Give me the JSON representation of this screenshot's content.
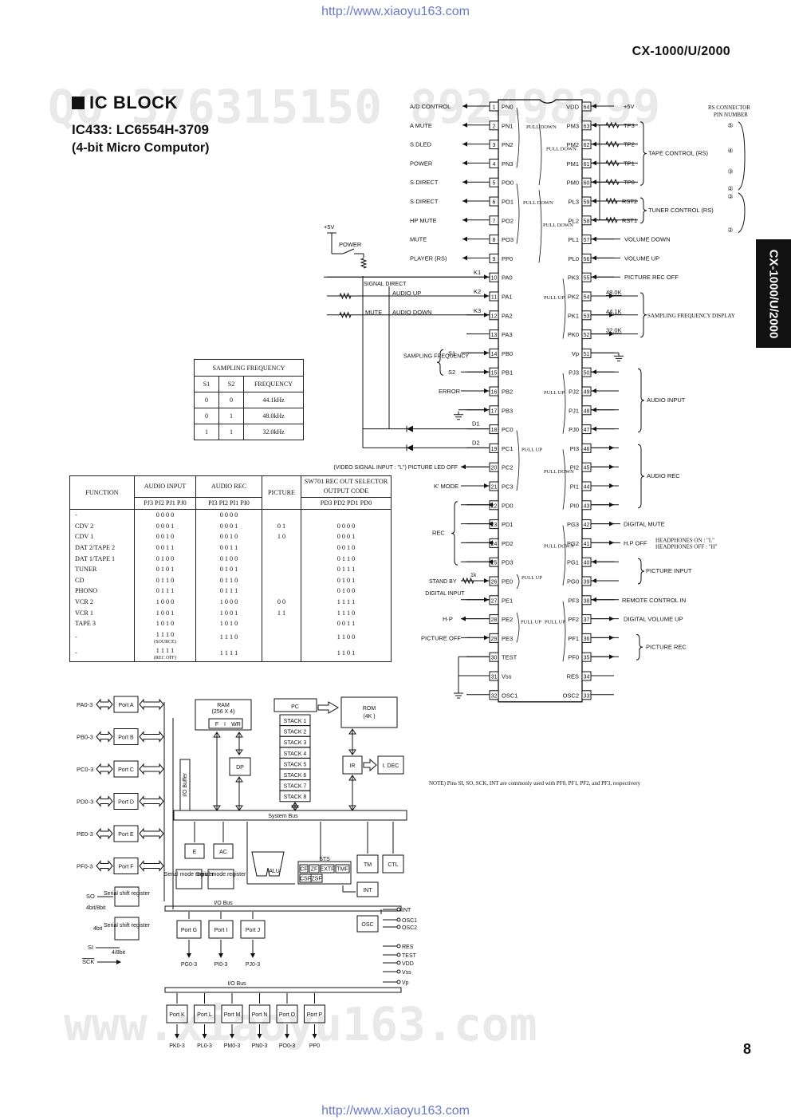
{
  "header": {
    "url": "http://www.xiaoyu163.com",
    "model": "CX-1000/U/2000",
    "side_tab": "CX-1000/U/2000",
    "page_number": "8"
  },
  "section": {
    "title": "IC BLOCK",
    "ic_name": "IC433: LC6554H-3709",
    "ic_desc": "(4-bit Micro Computor)"
  },
  "watermarks": [
    "QQ 376315150 892498299",
    "www.xiaoyu163.com"
  ],
  "pins_left": [
    {
      "num": "1",
      "name": "PN0",
      "signal": "A/D CONTROL"
    },
    {
      "num": "2",
      "name": "PN1",
      "signal": "A MUTE"
    },
    {
      "num": "3",
      "name": "PN2",
      "signal": "S.DLED"
    },
    {
      "num": "4",
      "name": "PN3",
      "signal": "POWER"
    },
    {
      "num": "5",
      "name": "PO0",
      "signal": "S·DIRECT"
    },
    {
      "num": "6",
      "name": "PO1",
      "signal": "S·DIRECT"
    },
    {
      "num": "7",
      "name": "PO2",
      "signal": "HP MUTE"
    },
    {
      "num": "8",
      "name": "PO3",
      "signal": "MUTE"
    },
    {
      "num": "9",
      "name": "PP0",
      "signal": "PLAYER (RS)"
    },
    {
      "num": "10",
      "name": "PA0",
      "signal": "K1"
    },
    {
      "num": "11",
      "name": "PA1",
      "signal": "K2"
    },
    {
      "num": "12",
      "name": "PA2",
      "signal": "K3"
    },
    {
      "num": "13",
      "name": "PA3",
      "signal": ""
    },
    {
      "num": "14",
      "name": "PB0",
      "signal": "S1"
    },
    {
      "num": "15",
      "name": "PB1",
      "signal": "S2"
    },
    {
      "num": "16",
      "name": "PB2",
      "signal": "ERROR"
    },
    {
      "num": "17",
      "name": "PB3",
      "signal": ""
    },
    {
      "num": "18",
      "name": "PC0",
      "signal": "D1"
    },
    {
      "num": "19",
      "name": "PC1",
      "signal": "D2"
    },
    {
      "num": "20",
      "name": "PC2",
      "signal": "(VIDEO SIGNAL INPUT : \"L\") PICTURE LED OFF"
    },
    {
      "num": "21",
      "name": "PC3",
      "signal": "K' MODE"
    },
    {
      "num": "22",
      "name": "PD0",
      "signal": ""
    },
    {
      "num": "23",
      "name": "PD1",
      "signal": ""
    },
    {
      "num": "24",
      "name": "PD2",
      "signal": ""
    },
    {
      "num": "25",
      "name": "PD3",
      "signal": ""
    },
    {
      "num": "26",
      "name": "PE0",
      "signal": "STAND BY"
    },
    {
      "num": "27",
      "name": "PE1",
      "signal": "DIGITAL INPUT"
    },
    {
      "num": "28",
      "name": "PE2",
      "signal": "H·P"
    },
    {
      "num": "29",
      "name": "PE3",
      "signal": "PICTURE OFF"
    },
    {
      "num": "30",
      "name": "TEST",
      "signal": ""
    },
    {
      "num": "31",
      "name": "Vss",
      "signal": ""
    },
    {
      "num": "32",
      "name": "OSC1",
      "signal": ""
    }
  ],
  "pins_right": [
    {
      "num": "64",
      "name": "VDD",
      "signal": "+5V"
    },
    {
      "num": "63",
      "name": "PM3",
      "signal": "TP3"
    },
    {
      "num": "62",
      "name": "PM2",
      "signal": "TP2"
    },
    {
      "num": "61",
      "name": "PM1",
      "signal": "TP1"
    },
    {
      "num": "60",
      "name": "PM0",
      "signal": "TP0"
    },
    {
      "num": "59",
      "name": "PL3",
      "signal": "RST2"
    },
    {
      "num": "58",
      "name": "PL2",
      "signal": "RST1"
    },
    {
      "num": "57",
      "name": "PL1",
      "signal": "VOLUME DOWN"
    },
    {
      "num": "56",
      "name": "PL0",
      "signal": "VOLUME UP"
    },
    {
      "num": "55",
      "name": "PK3",
      "signal": "PICTURE REC OFF"
    },
    {
      "num": "54",
      "name": "PK2",
      "signal": "48.0K"
    },
    {
      "num": "53",
      "name": "PK1",
      "signal": "44.1K"
    },
    {
      "num": "52",
      "name": "PK0",
      "signal": "32.0K"
    },
    {
      "num": "51",
      "name": "Vp",
      "signal": ""
    },
    {
      "num": "50",
      "name": "PJ3",
      "signal": ""
    },
    {
      "num": "49",
      "name": "PJ2",
      "signal": ""
    },
    {
      "num": "48",
      "name": "PJ1",
      "signal": ""
    },
    {
      "num": "47",
      "name": "PJ0",
      "signal": ""
    },
    {
      "num": "46",
      "name": "PI3",
      "signal": ""
    },
    {
      "num": "45",
      "name": "PI2",
      "signal": ""
    },
    {
      "num": "44",
      "name": "PI1",
      "signal": ""
    },
    {
      "num": "43",
      "name": "PI0",
      "signal": ""
    },
    {
      "num": "42",
      "name": "PG3",
      "signal": "DIGITAL MUTE"
    },
    {
      "num": "41",
      "name": "PG2",
      "signal": "H.P OFF"
    },
    {
      "num": "40",
      "name": "PG1",
      "signal": ""
    },
    {
      "num": "39",
      "name": "PG0",
      "signal": ""
    },
    {
      "num": "38",
      "name": "PF3",
      "signal": "REMOTE CONTROL IN"
    },
    {
      "num": "37",
      "name": "PF2",
      "signal": "DIGITAL VOLUME UP"
    },
    {
      "num": "36",
      "name": "PF1",
      "signal": ""
    },
    {
      "num": "35",
      "name": "PF0",
      "signal": ""
    },
    {
      "num": "34",
      "name": "RES",
      "signal": ""
    },
    {
      "num": "33",
      "name": "OSC2",
      "signal": ""
    }
  ],
  "pin_groups": {
    "tape_control": "TAPE CONTROL (RS)",
    "tuner_control": "TUNER CONTROL (RS)",
    "sampling_display": "SAMPLING FREQUENCY DISPLAY",
    "audio_input": "AUDIO INPUT",
    "audio_rec": "AUDIO REC",
    "picture_input": "PICTURE INPUT",
    "picture_rec": "PICTURE REC",
    "rec": "REC",
    "rs_connector": "RS CONNECTOR",
    "pin_number": "PIN NUMBER",
    "rs_nums": [
      "⑤",
      "④",
      "③",
      "②",
      "③",
      "②"
    ],
    "sampling_frequency": "SAMPLING FREQUENCY",
    "headphones_on": "HEADPHONES ON : \"L\"",
    "headphones_off": "HEADPHONES OFF : \"H\"",
    "pull_up": "PULL UP",
    "pull_down": "PULL DOWN",
    "plus5v": "+5V",
    "power": "POWER",
    "signal_direct": "SIGNAL DIRECT",
    "audio_up": "AUDIO UP",
    "audio_down": "AUDIO DOWN",
    "mute": "MUTE",
    "resistor_1k": "1k"
  },
  "sampling_table": {
    "caption": "SAMPLING FREQUENCY",
    "headers": [
      "S1",
      "S2",
      "FREQUENCY"
    ],
    "rows": [
      [
        "0",
        "0",
        "44.1kHz"
      ],
      [
        "0",
        "1",
        "48.0kHz"
      ],
      [
        "1",
        "1",
        "32.0kHz"
      ]
    ]
  },
  "function_table": {
    "headers": {
      "function": "FUNCTION",
      "audio_input": "AUDIO INPUT",
      "audio_input_sub": "PJ3 PJ2 PJ1 PJ0",
      "audio_rec": "AUDIO REC",
      "audio_rec_sub": "PI3 PI2 PI1 PI0",
      "picture": "PICTURE",
      "sw701": "SW701 REC OUT SELECTOR",
      "sw701_sub1": "OUTPUT CODE",
      "sw701_sub2": "PD3 PD2 PD1 PD0"
    },
    "rows": [
      {
        "fn": "-",
        "ai": "0 0 0 0",
        "ar": "0 0 0 0",
        "pic": "",
        "sw": ""
      },
      {
        "fn": "CDV 2",
        "ai": "0 0 0 1",
        "ar": "0 0 0 1",
        "pic": "0 1",
        "sw": "0 0 0 0"
      },
      {
        "fn": "CDV 1",
        "ai": "0 0 1 0",
        "ar": "0 0 1 0",
        "pic": "1 0",
        "sw": "0 0 0 1"
      },
      {
        "fn": "DAT 2/TAPE 2",
        "ai": "0 0 1 1",
        "ar": "0 0 1 1",
        "pic": "",
        "sw": "0 0 1 0"
      },
      {
        "fn": "DAT 1/TAPE 1",
        "ai": "0 1 0 0",
        "ar": "0 1 0 0",
        "pic": "",
        "sw": "0 1 1 0"
      },
      {
        "fn": "TUNER",
        "ai": "0 1 0 1",
        "ar": "0 1 0 1",
        "pic": "",
        "sw": "0 1 1 1"
      },
      {
        "fn": "CD",
        "ai": "0 1 1 0",
        "ar": "0 1 1 0",
        "pic": "",
        "sw": "0 1 0 1"
      },
      {
        "fn": "PHONO",
        "ai": "0 1 1 1",
        "ar": "0 1 1 1",
        "pic": "",
        "sw": "0 1 0 0"
      },
      {
        "fn": "VCR 2",
        "ai": "1 0 0 0",
        "ar": "1 0 0 0",
        "pic": "0 0",
        "sw": "1 1 1 1"
      },
      {
        "fn": "VCR 1",
        "ai": "1 0 0 1",
        "ar": "1 0 0 1",
        "pic": "1 1",
        "sw": "1 1 1 0"
      },
      {
        "fn": "TAPE 3",
        "ai": "1 0 1 0",
        "ar": "1 0 1 0",
        "pic": "",
        "sw": "0 0 1 1"
      },
      {
        "fn": "-",
        "ai": "1 1 1 0",
        "ar": "1 1 1 0",
        "pic": "",
        "sw": "1 1 0 0",
        "note": "(SOURCE)"
      },
      {
        "fn": "-",
        "ai": "1 1 1 1",
        "ar": "1 1 1 1",
        "pic": "",
        "sw": "1 1 0 1",
        "note": "(REC OFF)"
      }
    ]
  },
  "block_diagram": {
    "left_ports": [
      {
        "label": "PA0-3",
        "port": "Port A"
      },
      {
        "label": "PB0-3",
        "port": "Port B"
      },
      {
        "label": "PC0-3",
        "port": "Port C"
      },
      {
        "label": "PD0-3",
        "port": "Port D"
      },
      {
        "label": "PE0-3",
        "port": "Port E"
      },
      {
        "label": "PF0-3",
        "port": "Port F"
      }
    ],
    "ram": "RAM",
    "ram_size": "(256 X 4)",
    "ram_f": "F",
    "ram_i": "I",
    "ram_wr": "WR",
    "pc": "PC",
    "stacks": [
      "STACK 1",
      "STACK 2",
      "STACK 3",
      "STACK 4",
      "STACK 5",
      "STACK 6",
      "STACK 7",
      "STACK 8"
    ],
    "rom": "ROM",
    "rom_size": "(4K )",
    "ir": "IR",
    "idec": "I. DEC",
    "dp": "DP",
    "io_buffer": "I/O Buffer",
    "system_bus": "System Bus",
    "e": "E",
    "ac": "AC",
    "alu": "ALU",
    "sts": "STS",
    "flags": [
      "CF",
      "ZF",
      "EXTF",
      "TMF",
      "CSF",
      "ZSF"
    ],
    "tm": "TM",
    "ctl": "CTL",
    "int": "INT",
    "serial_mode_register": "Serial mode register",
    "serial_shift_register": "Serial shift register",
    "io_bus": "I/O Bus",
    "so": "SO",
    "bits_4_8": "4bit/8bit",
    "bits_4": "4bit",
    "si": "SI",
    "bits_48": "4/8bit",
    "sck": "SCK",
    "mid_ports": [
      {
        "port": "Port G",
        "label": "PG0-3"
      },
      {
        "port": "Port I",
        "label": "PI0-3"
      },
      {
        "port": "Port J",
        "label": "PJ0-3"
      }
    ],
    "osc": "OSC",
    "signals": [
      "INT",
      "OSC1",
      "OSC2",
      "RES",
      "TEST",
      "VDD",
      "Vss",
      "Vp"
    ],
    "bottom_ports": [
      {
        "port": "Port K",
        "label": "PK0-3"
      },
      {
        "port": "Port L",
        "label": "PL0-3"
      },
      {
        "port": "Port M",
        "label": "PM0-3"
      },
      {
        "port": "Port N",
        "label": "PN0-3"
      },
      {
        "port": "Port O",
        "label": "PO0-3"
      },
      {
        "port": "Port P",
        "label": "PP0"
      }
    ]
  },
  "note": "NOTE) Pins SI, SO, SCK, INT are commonly used with PF0, PF1, PF2, and PF3, respectivery"
}
